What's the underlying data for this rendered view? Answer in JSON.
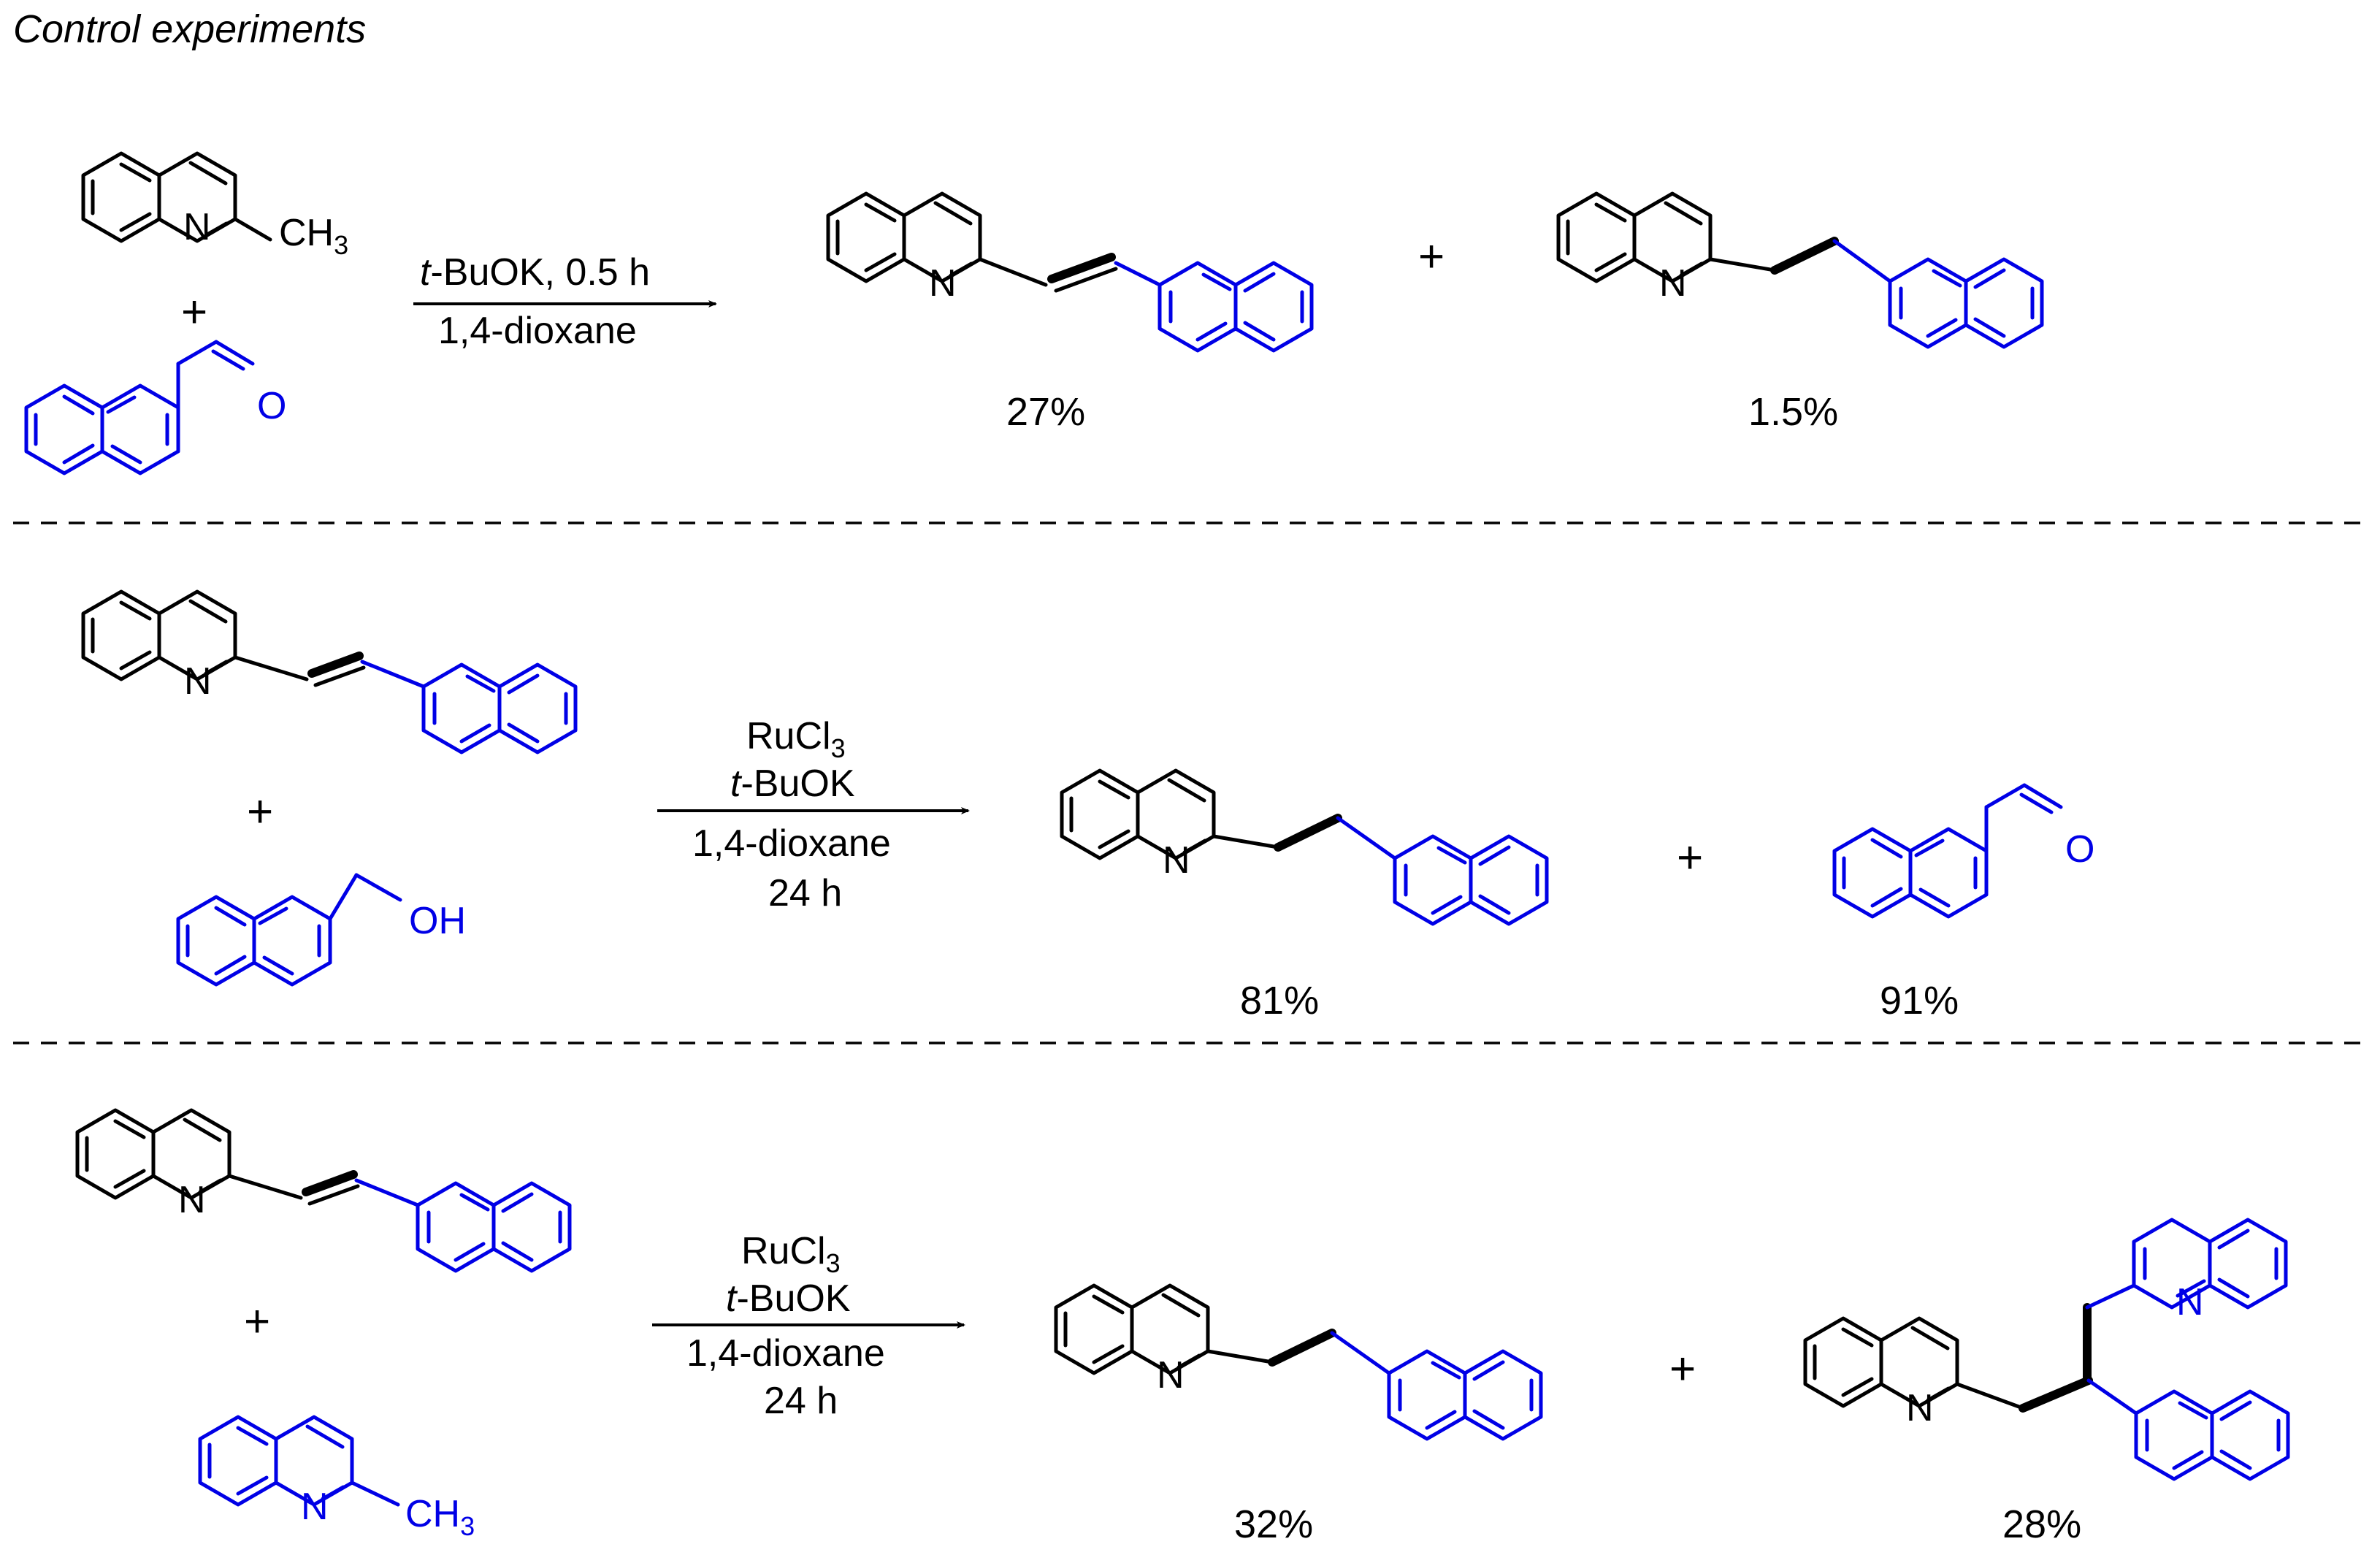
{
  "title": "Control experiments",
  "reactions": [
    {
      "conditions": [
        "t-BuOK, 0.5 h",
        "1,4-dioxane"
      ],
      "plus_reactants": "+",
      "plus_products": "+",
      "reactant_labels": {
        "n": "N",
        "ch3": "CH3",
        "o": "O"
      },
      "product_labels": {
        "n1": "N",
        "n2": "N"
      },
      "yields": [
        "27%",
        "1.5%"
      ]
    },
    {
      "conditions": [
        "RuCl3",
        "t-BuOK",
        "1,4-dioxane",
        "24 h"
      ],
      "plus_reactants": "+",
      "plus_products": "+",
      "reactant_labels": {
        "n": "N",
        "oh": "OH"
      },
      "product_labels": {
        "n1": "N",
        "o": "O"
      },
      "yields": [
        "81%",
        "91%"
      ]
    },
    {
      "conditions": [
        "RuCl3",
        "t-BuOK",
        "1,4-dioxane",
        "24 h"
      ],
      "plus_reactants": "+",
      "plus_products": "+",
      "reactant_labels": {
        "n1": "N",
        "n2": "N",
        "ch3": "CH3"
      },
      "product_labels": {
        "n1": "N",
        "n2": "N",
        "n3": "N"
      },
      "yields": [
        "32%",
        "28%"
      ]
    }
  ],
  "colors": {
    "black_fragment": "#000000",
    "blue_fragment": "#0000e6"
  }
}
